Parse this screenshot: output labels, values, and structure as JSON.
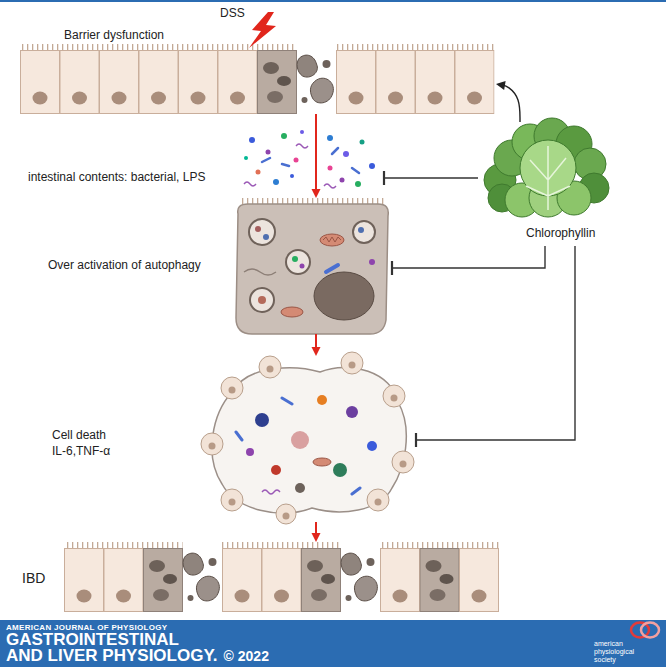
{
  "diagram": {
    "nodes": [
      {
        "text": [
          "DSS",
          "Barrier dysfunction"
        ]
      },
      {
        "text": [
          "intestinal contents: bacterial, LPS"
        ]
      },
      {
        "text": [
          "Over activation of autophagy"
        ]
      },
      {
        "text": [
          "Cell death",
          "IL-6,TNF-α"
        ]
      },
      {
        "text": [
          "IBD"
        ]
      },
      {
        "text": [
          "Chlorophyllin"
        ]
      },
      {
        "text": [
          "AMERICAN JOURNAL OF PHYSIOLOGY",
          "GASTROINTESTINAL AND LIVER PHYSIOLOGY.",
          "© 2022",
          "american physiological society"
        ]
      }
    ],
    "edges": [
      {
        "from": 0,
        "to": 2,
        "arrow": "to"
      },
      {
        "from": 2,
        "to": 3,
        "arrow": "to"
      },
      {
        "from": 3,
        "to": 4,
        "arrow": "to"
      },
      {
        "from": 5,
        "to": 0,
        "arrow": "to"
      },
      {
        "from": 5,
        "to": 1,
        "arrow": "to"
      },
      {
        "from": 5,
        "to": 2,
        "arrow": "to"
      },
      {
        "from": 5,
        "to": 3,
        "arrow": "to"
      }
    ]
  }
}
